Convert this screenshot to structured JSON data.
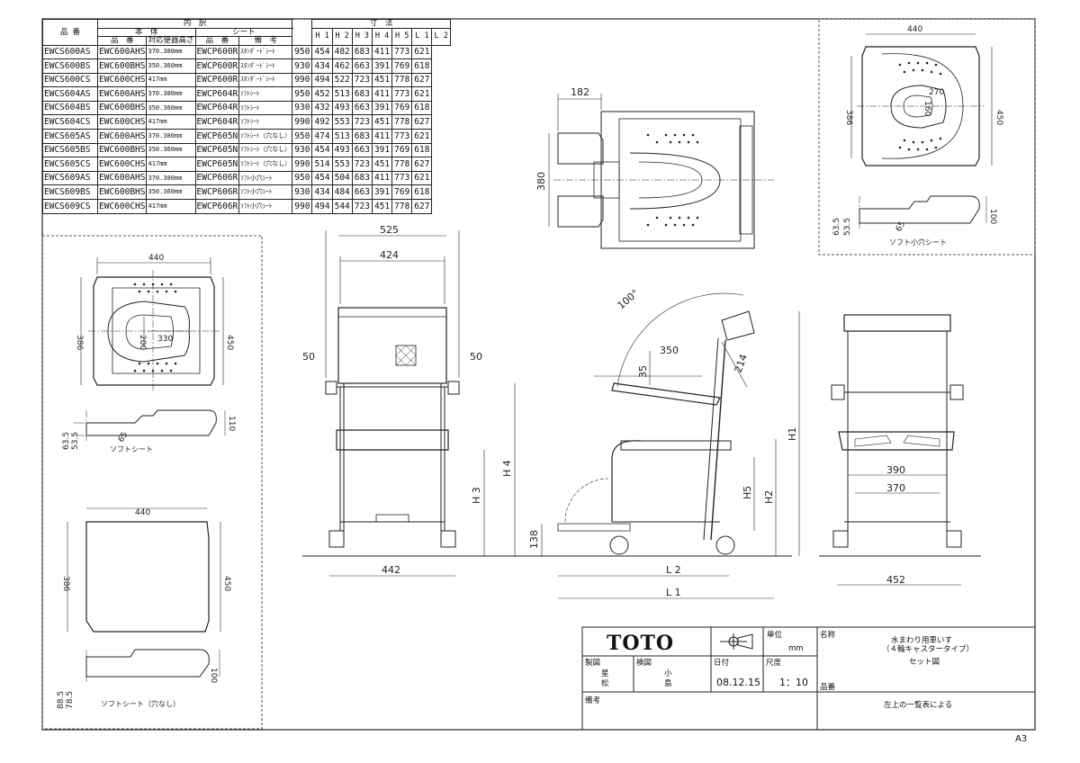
{
  "table": {
    "header_top": {
      "part_no": "品 番",
      "breakdown": "内　訳",
      "dimensions": "寸　法"
    },
    "header_mid": {
      "body": "本　体",
      "seat": "シート"
    },
    "header_sub": {
      "body_no": "品　番",
      "toilet_height": "対応便器高さ",
      "seat_no": "品　番",
      "remarks": "備　考"
    },
    "dim_cols": [
      "H 1",
      "H 2",
      "H 3",
      "H 4",
      "H 5",
      "L 1",
      "L 2"
    ],
    "rows": [
      {
        "part": "EWCS600AS",
        "body": "EWC600AHS",
        "height": "370.380mm",
        "seat": "EWCP600R",
        "note": "ｽﾀﾝﾀﾞｰﾄﾞｼｰﾄ",
        "dims": [
          "950",
          "454",
          "482",
          "683",
          "411",
          "773",
          "621"
        ]
      },
      {
        "part": "EWCS600BS",
        "body": "EWC600BHS",
        "height": "350.360mm",
        "seat": "EWCP600R",
        "note": "ｽﾀﾝﾀﾞｰﾄﾞｼｰﾄ",
        "dims": [
          "930",
          "434",
          "462",
          "663",
          "391",
          "769",
          "618"
        ]
      },
      {
        "part": "EWCS600CS",
        "body": "EWC600CHS",
        "height": "417mm",
        "seat": "EWCP600R",
        "note": "ｽﾀﾝﾀﾞｰﾄﾞｼｰﾄ",
        "dims": [
          "990",
          "494",
          "522",
          "723",
          "451",
          "778",
          "627"
        ]
      },
      {
        "part": "EWCS604AS",
        "body": "EWC600AHS",
        "height": "370.380mm",
        "seat": "EWCP604R",
        "note": "ｿﾌﾄｼｰﾄ",
        "dims": [
          "950",
          "452",
          "513",
          "683",
          "411",
          "773",
          "621"
        ]
      },
      {
        "part": "EWCS604BS",
        "body": "EWC600BHS",
        "height": "350.360mm",
        "seat": "EWCP604R",
        "note": "ｿﾌﾄｼｰﾄ",
        "dims": [
          "930",
          "432",
          "493",
          "663",
          "391",
          "769",
          "618"
        ]
      },
      {
        "part": "EWCS604CS",
        "body": "EWC600CHS",
        "height": "417mm",
        "seat": "EWCP604R",
        "note": "ｿﾌﾄｼｰﾄ",
        "dims": [
          "990",
          "492",
          "553",
          "723",
          "451",
          "778",
          "627"
        ]
      },
      {
        "part": "EWCS605AS",
        "body": "EWC600AHS",
        "height": "370.380mm",
        "seat": "EWCP605N",
        "note": "ｿﾌﾄｼｰﾄ（穴なし）",
        "dims": [
          "950",
          "474",
          "513",
          "683",
          "411",
          "773",
          "621"
        ]
      },
      {
        "part": "EWCS605BS",
        "body": "EWC600BHS",
        "height": "350.360mm",
        "seat": "EWCP605N",
        "note": "ｿﾌﾄｼｰﾄ（穴なし）",
        "dims": [
          "930",
          "454",
          "493",
          "663",
          "391",
          "769",
          "618"
        ]
      },
      {
        "part": "EWCS605CS",
        "body": "EWC600CHS",
        "height": "417mm",
        "seat": "EWCP605N",
        "note": "ｿﾌﾄｼｰﾄ（穴なし）",
        "dims": [
          "990",
          "514",
          "553",
          "723",
          "451",
          "778",
          "627"
        ]
      },
      {
        "part": "EWCS609AS",
        "body": "EWC600AHS",
        "height": "370.380mm",
        "seat": "EWCP606R",
        "note": "ｿﾌﾄ小穴ｼｰﾄ",
        "dims": [
          "950",
          "454",
          "504",
          "683",
          "411",
          "773",
          "621"
        ]
      },
      {
        "part": "EWCS609BS",
        "body": "EWC600BHS",
        "height": "350.360mm",
        "seat": "EWCP606R",
        "note": "ｿﾌﾄ小穴ｼｰﾄ",
        "dims": [
          "930",
          "434",
          "484",
          "663",
          "391",
          "769",
          "618"
        ]
      },
      {
        "part": "EWCS609CS",
        "body": "EWC600CHS",
        "height": "417mm",
        "seat": "EWCP606R",
        "note": "ｿﾌﾄ小穴ｼｰﾄ",
        "dims": [
          "990",
          "494",
          "544",
          "723",
          "451",
          "778",
          "627"
        ]
      }
    ]
  },
  "labels": {
    "soft_seat": "ソフトシート",
    "soft_seat_nohole": "ソフトシート（穴なし）",
    "soft_small_hole": "ソフト小穴シート"
  },
  "dims": {
    "seat1": {
      "w": "440",
      "d": "386",
      "h": "450",
      "r": "330",
      "hole": "200",
      "a": "63.5",
      "b": "53.5",
      "c": "65",
      "t": "110"
    },
    "seat2": {
      "w": "440",
      "d": "386",
      "h": "450",
      "a": "88.5",
      "b": "78.5",
      "t": "100"
    },
    "seat3": {
      "w": "440",
      "d": "386",
      "h": "450",
      "r": "270",
      "hole": "160",
      "a": "63.5",
      "b": "53.5",
      "c": "65",
      "t": "100"
    },
    "top": {
      "w": "182",
      "d": "380"
    },
    "front": {
      "outer": "525",
      "inner": "424",
      "side_l": "50",
      "side_r": "50",
      "base": "442",
      "h3": "H 3",
      "h4": "H 4"
    },
    "side": {
      "angle": "100°",
      "arm": "350",
      "a35": "35",
      "a214": "214",
      "low": "138",
      "l1": "L 1",
      "l2": "L 2",
      "h1": "H1",
      "h2": "H2",
      "h5": "H5"
    },
    "rear": {
      "a": "390",
      "b": "370",
      "base": "452"
    }
  },
  "title_block": {
    "logo": "TOTO",
    "unit_label": "単位",
    "unit": "mm",
    "name_label": "名称",
    "name_line1": "水まわり用車いす",
    "name_line2": "（４輪キャスタータイプ）",
    "name_line3": "セット図",
    "made_label": "製図",
    "made_1": "星",
    "made_2": "松",
    "check_label": "検図",
    "check_1": "小",
    "check_2": "島",
    "date_label": "日付",
    "date": "08.12.15",
    "scale_label": "尺度",
    "scale": "1：10",
    "partno_label": "品番",
    "partno": "左上の一覧表による",
    "remark_label": "備考"
  },
  "sheet_size": "A3"
}
